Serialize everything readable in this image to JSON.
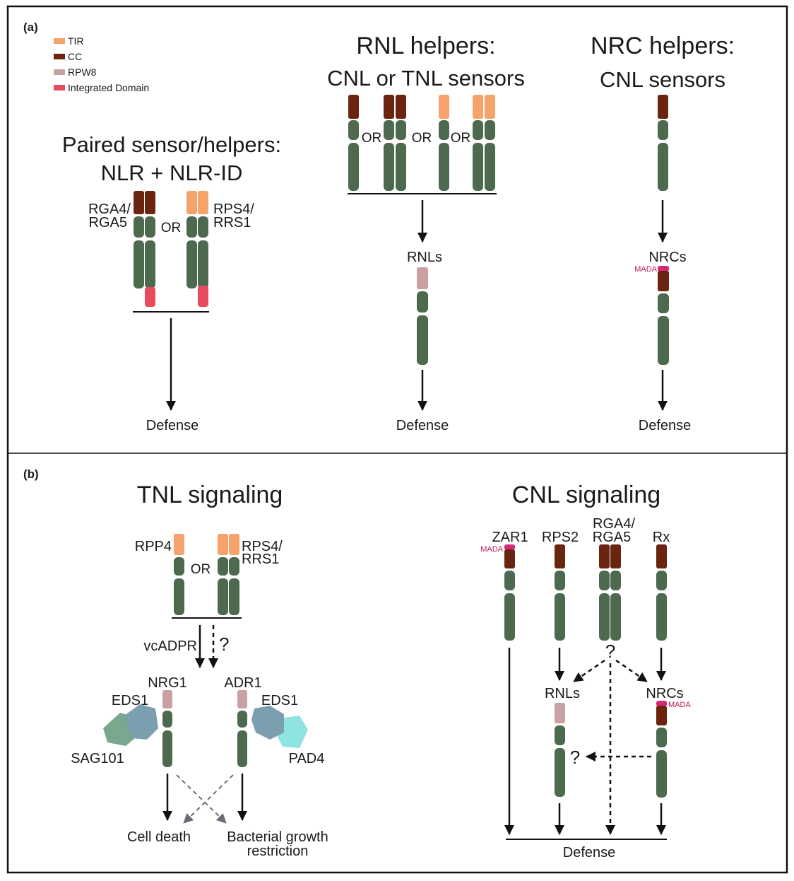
{
  "colors": {
    "TIR": "#f5a36a",
    "CC": "#6b2410",
    "RPW8": "#c9a1a3",
    "ID": "#e84a5f",
    "body": "#4d6a4f",
    "MADA": "#d62a78",
    "EDS1": "#7c9fb0",
    "SAG101": "#7aa88f",
    "PAD4": "#8fe3e0",
    "dashed_arrow": "#6f6a73"
  },
  "legend": {
    "tir": "TIR",
    "cc": "CC",
    "rpw8": "RPW8",
    "id": "Integrated Domain"
  },
  "panel_a": {
    "label": "(a)",
    "paired": {
      "title": "Paired sensor/helpers:",
      "subtitle": "NLR + NLR-ID",
      "left_name_1": "RGA4/",
      "left_name_2": "RGA5",
      "or": "OR",
      "right_name_1": "RPS4/",
      "right_name_2": "RRS1",
      "defense": "Defense"
    },
    "rnl": {
      "title": "RNL helpers:",
      "subtitle": "CNL or TNL sensors",
      "or1": "OR",
      "or2": "OR",
      "or3": "OR",
      "helper": "RNLs",
      "defense": "Defense"
    },
    "nrc": {
      "title": "NRC helpers:",
      "subtitle": "CNL sensors",
      "helper": "NRCs",
      "mada": "MADA",
      "defense": "Defense"
    }
  },
  "panel_b": {
    "label": "(b)",
    "tnl": {
      "title": "TNL signaling",
      "rpp4": "RPP4",
      "or": "OR",
      "rps4_1": "RPS4/",
      "rps4_2": "RRS1",
      "vcadpr": "vcADPR",
      "q": "?",
      "nrg1": "NRG1",
      "adr1": "ADR1",
      "eds1_left": "EDS1",
      "eds1_right": "EDS1",
      "sag101": "SAG101",
      "pad4": "PAD4",
      "cell_death": "Cell death",
      "bact_1": "Bacterial growth",
      "bact_2": "restriction"
    },
    "cnl": {
      "title": "CNL signaling",
      "zar1": "ZAR1",
      "rps2": "RPS2",
      "rga_1": "RGA4/",
      "rga_2": "RGA5",
      "rx": "Rx",
      "mada_zar1": "MADA",
      "mada_nrc": "MADA",
      "q_center": "?",
      "q_rnl": "?",
      "rnls": "RNLs",
      "nrcs": "NRCs",
      "defense": "Defense"
    }
  }
}
